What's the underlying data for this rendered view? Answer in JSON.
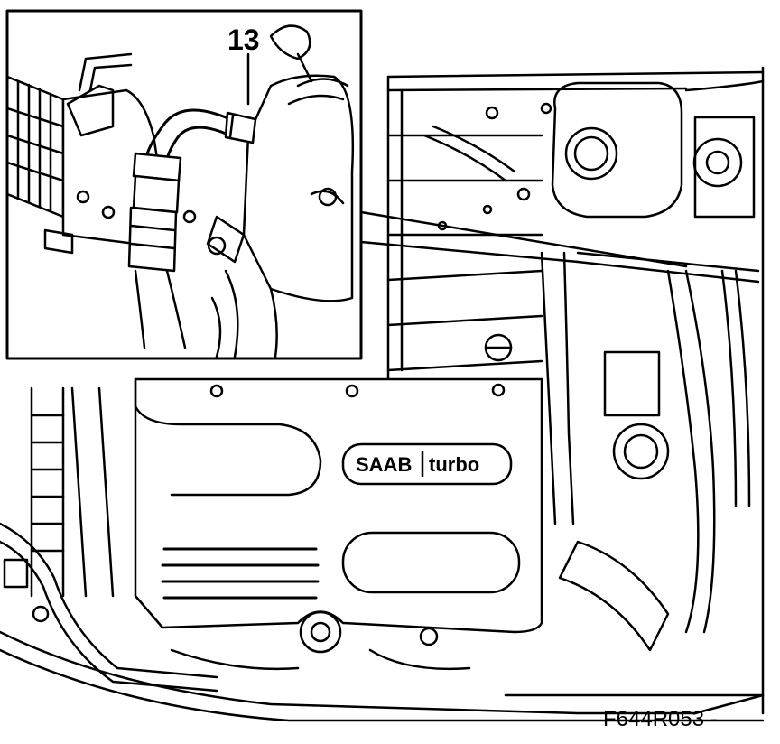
{
  "callout": {
    "label": "13"
  },
  "figure": {
    "code": "F644R053 -"
  },
  "engine_cover": {
    "brand": "SAAB",
    "model": "turbo"
  },
  "colors": {
    "line": "#000000",
    "background": "#ffffff"
  }
}
